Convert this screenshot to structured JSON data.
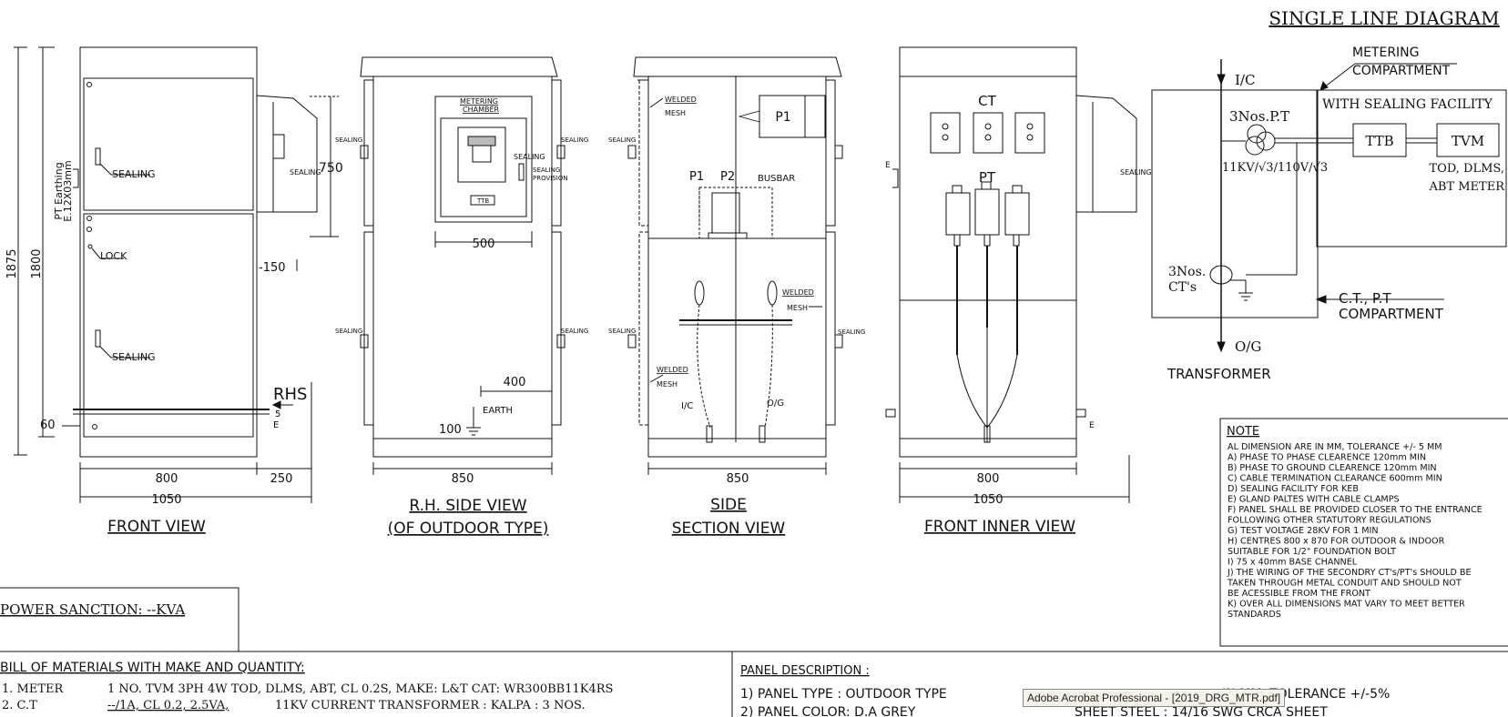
{
  "sld": {
    "title": "SINGLE LINE DIAGRAM",
    "metering_l1": "METERING",
    "metering_l2": "COMPARTMENT",
    "sealing_facility": "WITH SEALING FACILITY",
    "ic": "I/C",
    "pt": "3Nos.P.T",
    "ratio": "11KV/√3/110V/√3",
    "ttb": "TTB",
    "tvm": "TVM",
    "meter_l1": "TOD, DLMS,",
    "meter_l2": "ABT METER",
    "ct_l1": "3Nos.",
    "ct_l2": "CT's",
    "ctpt_l1": "C.T., P.T",
    "ctpt_l2": "COMPARTMENT",
    "og": "O/G",
    "transformer": "TRANSFORMER"
  },
  "front": {
    "pt_earthing_l1": "PT Earthing",
    "pt_earthing_l2": "E.12X03mm",
    "sealing1": "SEALING",
    "lock": "LOCK",
    "sealing2": "SEALING",
    "sealing_side": "SEALING",
    "d1875": "1875",
    "d1800": "1800",
    "d750": "750",
    "d150": "-150",
    "rhs": "RHS",
    "d60": "60",
    "d5": "5",
    "e": "E",
    "d800": "800",
    "d250": "250",
    "d1050": "1050",
    "caption": "FRONT VIEW"
  },
  "rh": {
    "metering_l1": "METERING",
    "metering_l2": "CHAMBER",
    "ttb": "TTB",
    "sealing": "SEALING",
    "sealing_prov_l1": "SEALING",
    "sealing_prov_l2": "PROVISION",
    "d500": "500",
    "d400": "400",
    "d100": "100",
    "earth": "EARTH",
    "d850": "850",
    "caption1": "R.H. SIDE VIEW",
    "caption2": "(OF OUTDOOR TYPE)",
    "s1": "SEALING",
    "s2": "SEALING",
    "s3": "SEALING",
    "s4": "SEALING"
  },
  "section": {
    "welded_mesh_l1": "WELDED",
    "welded_mesh_l2": "MESH",
    "p1_box": "P1",
    "p1": "P1",
    "p2": "P2",
    "busbar": "BUSBAR",
    "ic": "I/C",
    "og": "O/G",
    "d850": "850",
    "caption1": "SIDE",
    "caption2": "SECTION VIEW",
    "s1": "SEALING",
    "s2": "SEALING",
    "s3": "SEALING"
  },
  "inner": {
    "ct": "CT",
    "pt": "PT",
    "sealing": "SEALING",
    "e": "E",
    "d800": "800",
    "d1050": "1050",
    "caption": "FRONT INNER VIEW"
  },
  "note": {
    "title": "NOTE",
    "lines": [
      "AL DIMENSION ARE IN MM, TOLERANCE +/- 5 MM",
      "A) PHASE TO PHASE CLEARENCE 120mm MIN",
      "B) PHASE TO GROUND CLEARENCE 120mm MIN",
      "C) CABLE TERMINATION CLEARANCE 600mm MIN",
      "D) SEALING FACILITY FOR KEB",
      "E) GLAND PALTES WITH CABLE CLAMPS",
      "F) PANEL SHALL BE PROVIDED CLOSER TO THE ENTRANCE",
      "    FOLLOWING OTHER STATUTORY REGULATIONS",
      "G) TEST VOLTAGE 28KV FOR 1 MIN",
      "H) CENTRES 800 x 870 FOR OUTDOOR & INDOOR",
      "    SUITABLE FOR 1/2\" FOUNDATION BOLT",
      "I) 75 x 40mm BASE CHANNEL",
      "J) THE WIRING OF THE SECONDRY CT's/PT's SHOULD BE",
      "    TAKEN THROUGH METAL CONDUIT AND SHOULD NOT",
      "    BE ACESSIBLE FROM THE FRONT",
      "K) OVER ALL DIMENSIONS MAT VARY TO MEET BETTER",
      "    STANDARDS"
    ]
  },
  "power_sanction": "POWER SANCTION: --KVA",
  "bom": {
    "title": "BILL OF MATERIALS WITH MAKE AND QUANTITY:",
    "row1_no": "1. METER",
    "row1_text": "1 NO. TVM 3PH 4W TOD, DLMS, ABT, CL 0.2S, MAKE: L&T CAT: WR300BB11K4RS",
    "row2_no": "2. C.T",
    "row2_u": "--/1A, CL 0.2, 2.5VA,",
    "row2_text": "11KV CURRENT TRANSFORMER : KALPA : 3 NOS."
  },
  "panel": {
    "title": "PANEL DESCRIPTION :",
    "line1": "1) PANEL TYPE : OUTDOOR TYPE",
    "line2": "2) PANEL COLOR: D.A GREY",
    "right1": "IN MM, TOLERANCE +/-5%",
    "right2": "SHEET STEEL : 14/16 SWG CRCA SHEET"
  },
  "tooltip": "Adobe Acrobat Professional - [2019_DRG_MTR.pdf]"
}
